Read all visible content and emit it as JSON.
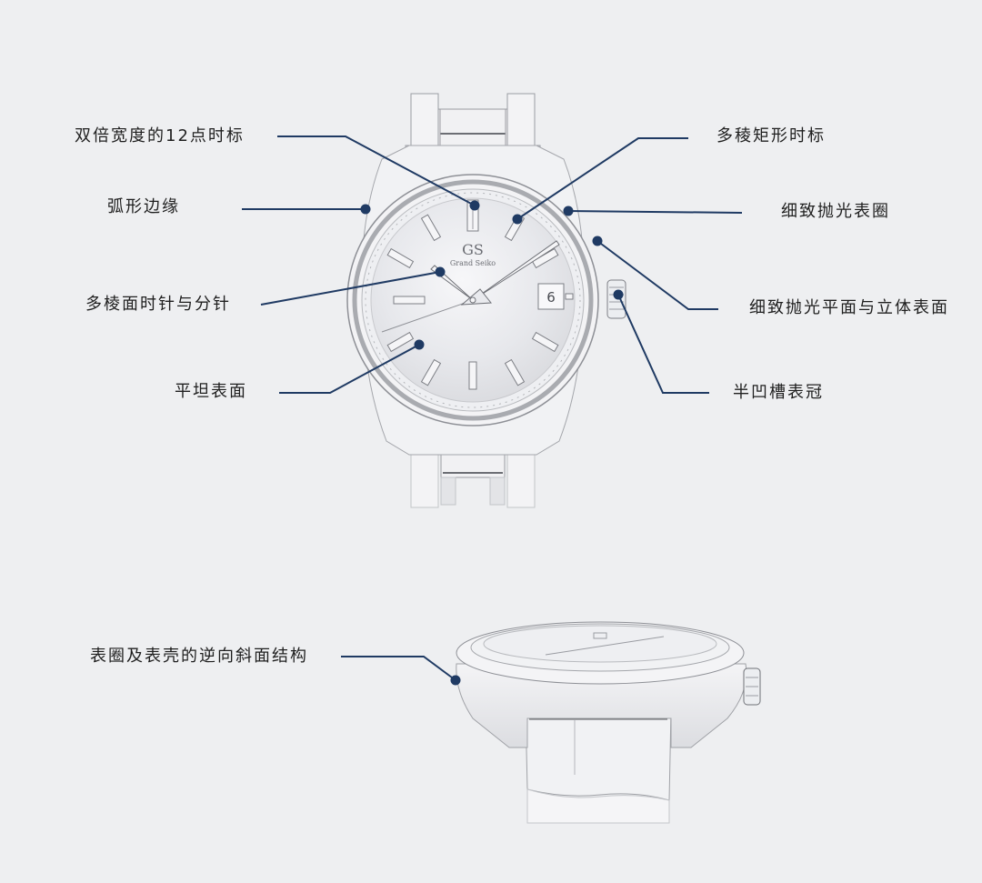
{
  "diagram": {
    "subject": "Grand Seiko watch feature diagram",
    "dial_brand": "Grand Seiko",
    "dial_logo": "GS",
    "date_window": "6",
    "accent_color": "#1f3a63",
    "background_color": "#eeeff1",
    "labels": [
      {
        "id": "double-width-12-marker",
        "text": "双倍宽度的12点时标"
      },
      {
        "id": "curved-edge",
        "text": "弧形边缘"
      },
      {
        "id": "multi-facet-rect-marker",
        "text": "多稜矩形时标"
      },
      {
        "id": "polished-bezel",
        "text": "细致抛光表圈"
      },
      {
        "id": "multi-facet-hands",
        "text": "多棱面时针与分针"
      },
      {
        "id": "polished-flat-and-3d-surface",
        "text": "细致抛光平面与立体表面"
      },
      {
        "id": "flat-dial",
        "text": "平坦表面"
      },
      {
        "id": "half-groove-crown",
        "text": "半凹槽表冠"
      },
      {
        "id": "reverse-bevel-structure",
        "text": "表圈及表壳的逆向斜面结构"
      }
    ]
  }
}
